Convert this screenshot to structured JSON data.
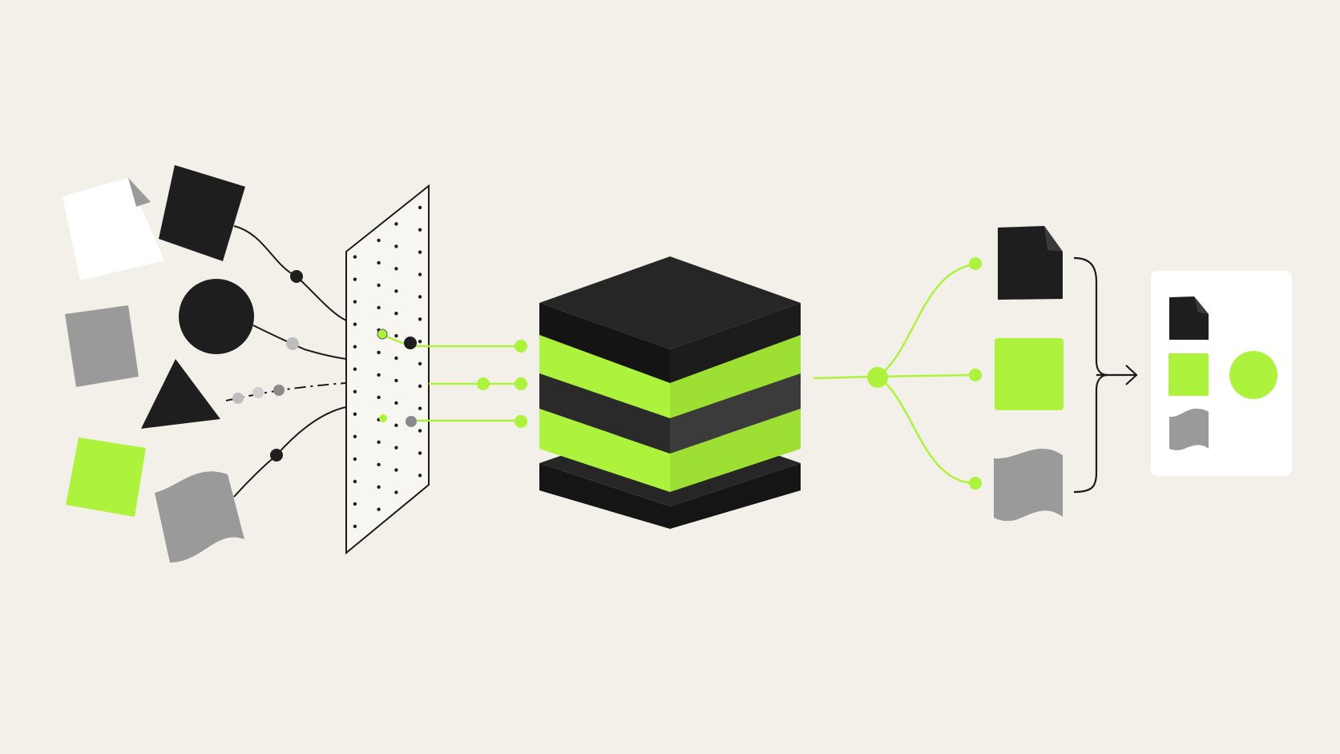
{
  "colors": {
    "background": "#f3f0ea",
    "ink": "#1e1e1e",
    "gray": "#9a9a9a",
    "white": "#ffffff",
    "accent": "#adf23c",
    "dark_layer": "#3b3b3b",
    "line": "#1a1a1a"
  },
  "diagram": {
    "inputs": [
      "document-icon",
      "cube-icon",
      "circle-icon",
      "triangle-icon",
      "gray-square-icon",
      "green-square-icon",
      "wave-sheet-icon"
    ],
    "filter": "perforated-filter-panel",
    "core": "layered-stack",
    "core_layers": [
      "black",
      "green",
      "dark",
      "green",
      "black"
    ],
    "branches": [
      "document-icon",
      "green-square-icon",
      "wave-sheet-icon"
    ],
    "output": "output-card"
  }
}
